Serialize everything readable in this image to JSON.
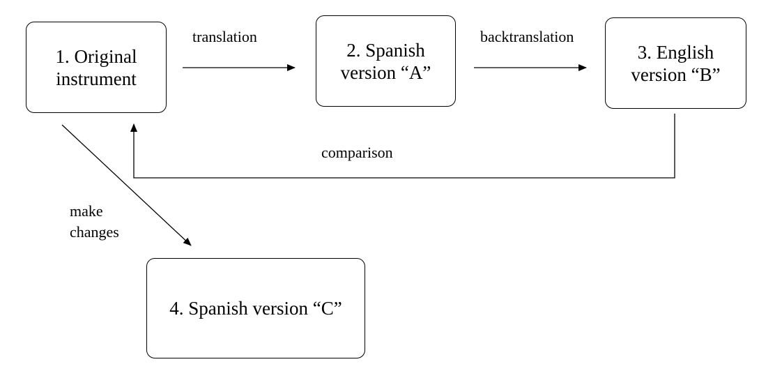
{
  "nodes": {
    "original": {
      "line1": "1. Original",
      "line2": "instrument"
    },
    "spanish_a": {
      "line1": "2. Spanish",
      "line2": "version “A”"
    },
    "english_b": {
      "line1": "3. English",
      "line2": "version “B”"
    },
    "spanish_c": {
      "line1": "4. Spanish version “C”"
    }
  },
  "edges": {
    "translation": "translation",
    "backtranslation": "backtranslation",
    "comparison": "comparison",
    "make_changes": {
      "line1": "make",
      "line2": "changes"
    }
  }
}
